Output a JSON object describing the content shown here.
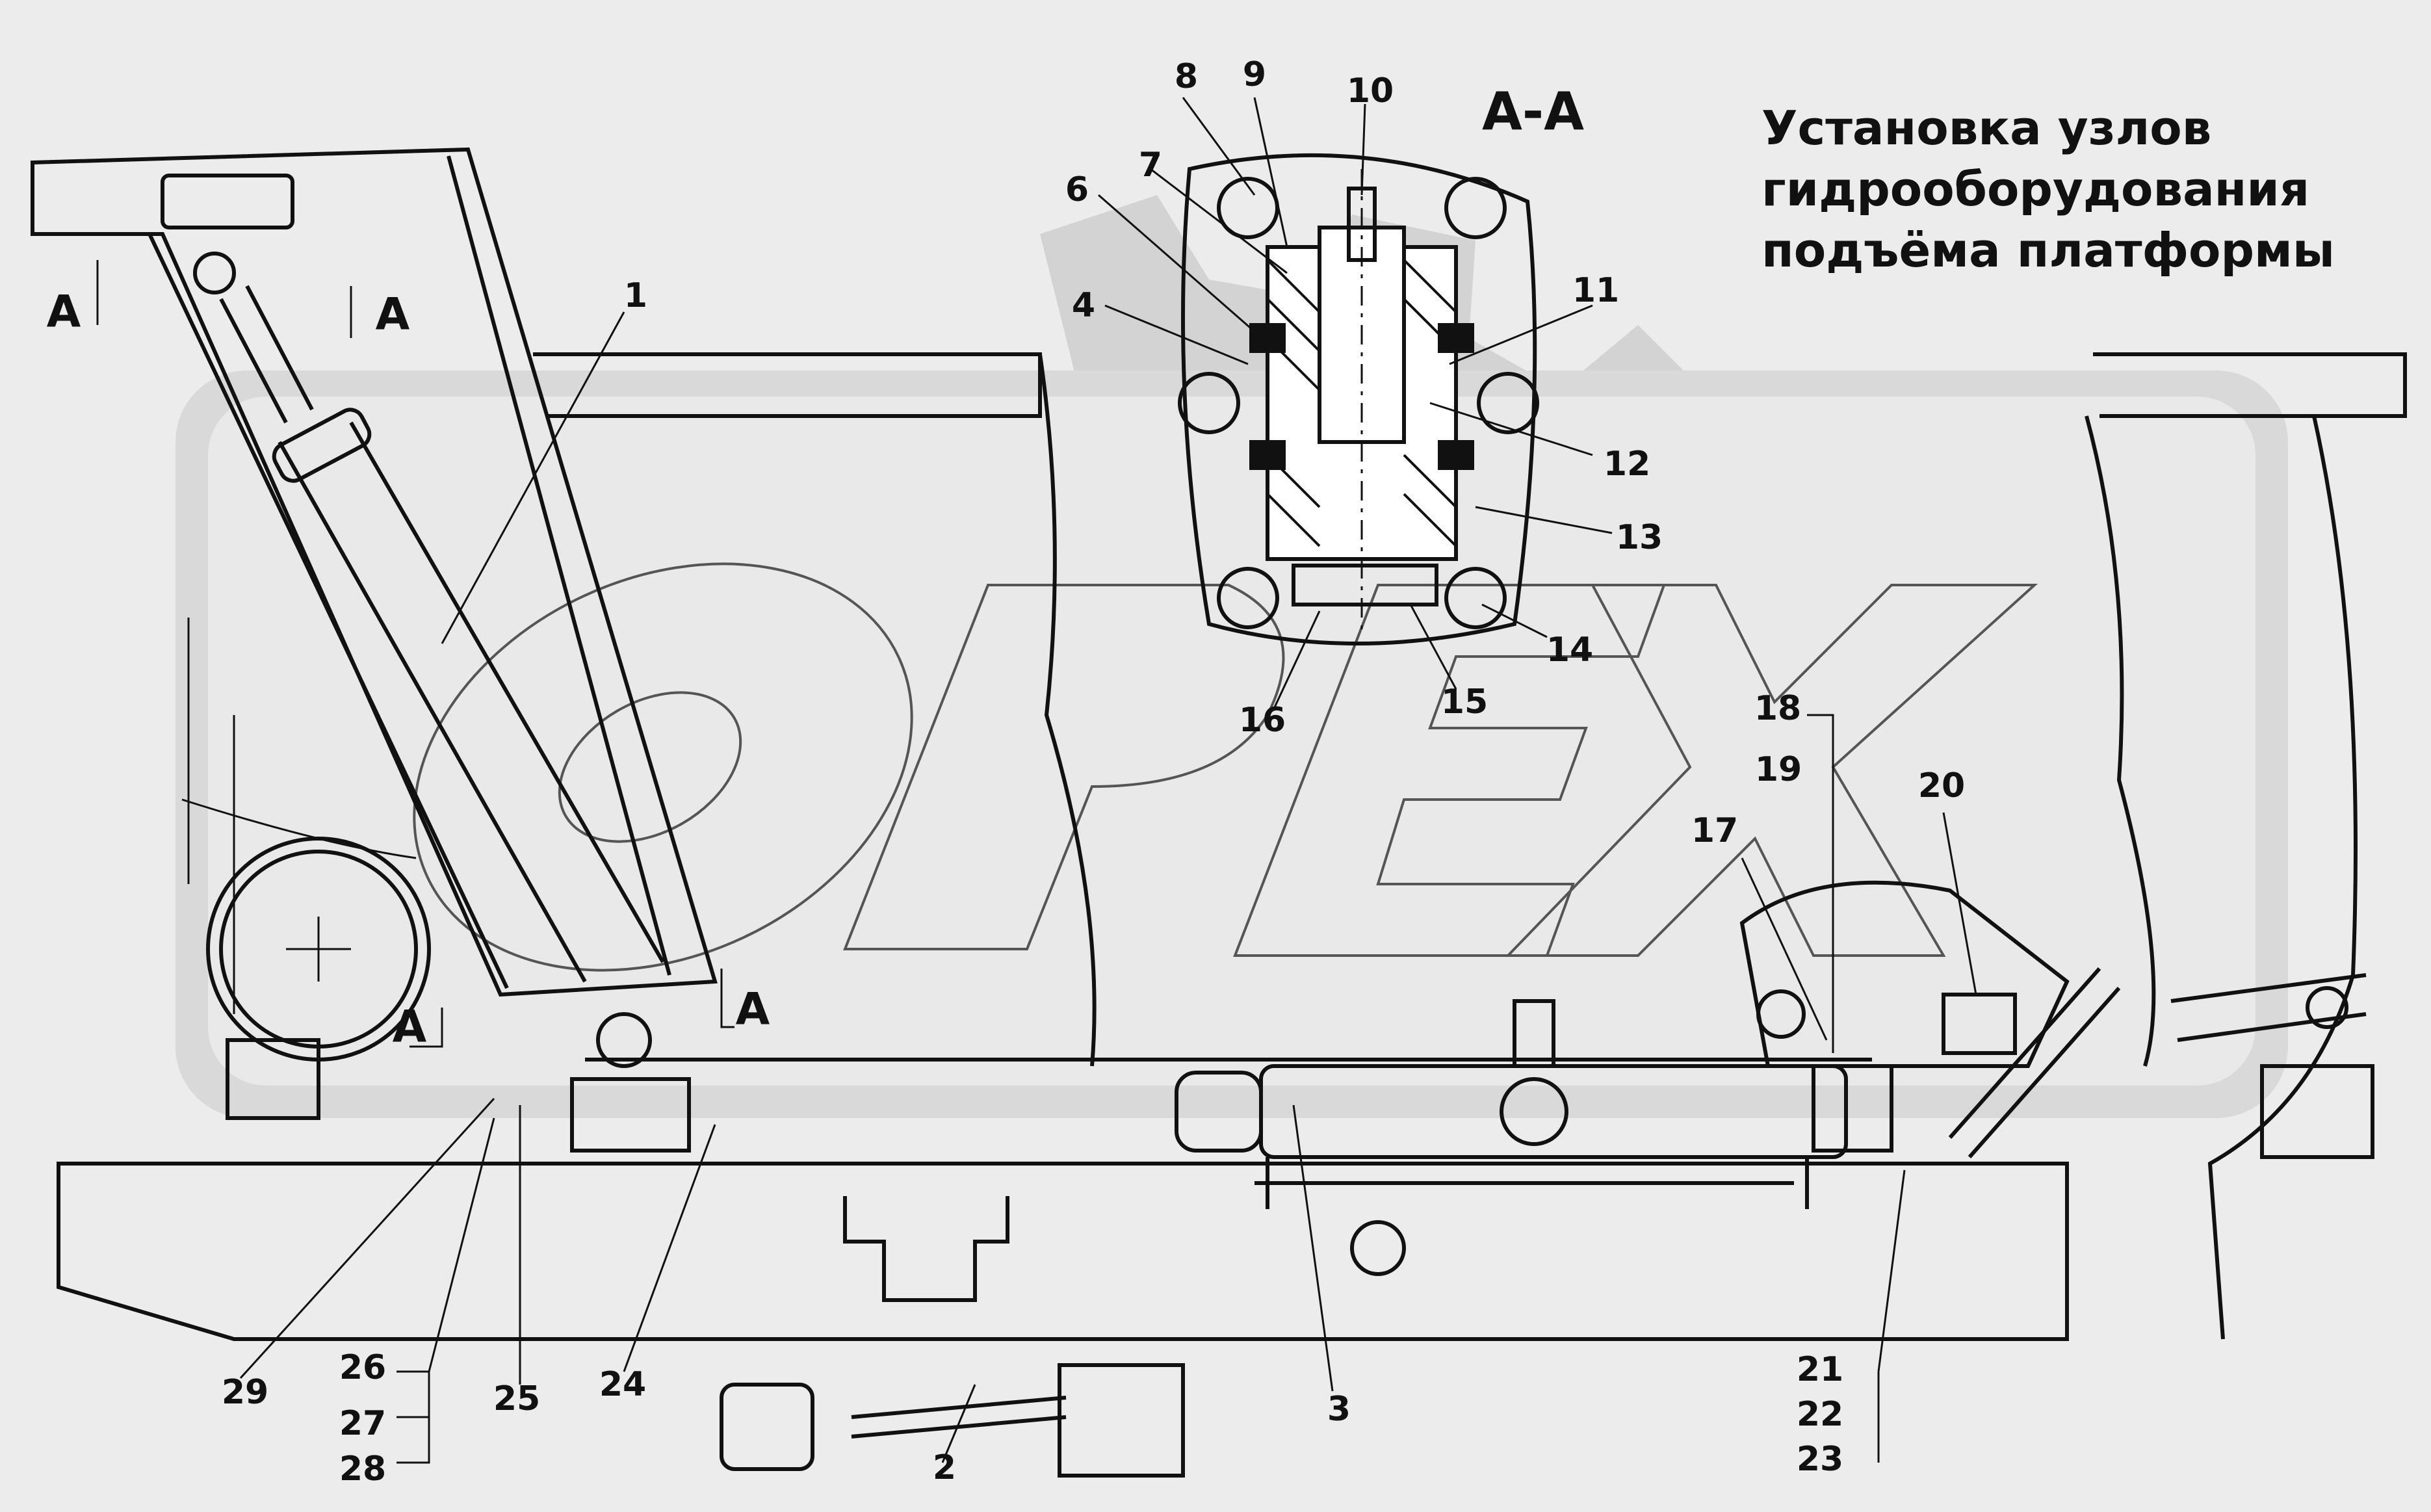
{
  "drawing": {
    "title_lines": [
      "Установка узлов",
      "гидрооборудования",
      "подъёма платформы"
    ],
    "section_label": "А-А",
    "watermark": "OPEX",
    "section_markers": [
      "А",
      "А",
      "А",
      "А"
    ],
    "callouts": [
      "1",
      "2",
      "3",
      "4",
      "6",
      "7",
      "8",
      "9",
      "10",
      "11",
      "12",
      "13",
      "14",
      "15",
      "16",
      "17",
      "18",
      "19",
      "20",
      "21",
      "22",
      "23",
      "24",
      "25",
      "26",
      "27",
      "28",
      "29"
    ]
  },
  "colors": {
    "background": "#ececec",
    "line": "#111111",
    "watermark": "#c9c9c9",
    "text": "#111111"
  }
}
